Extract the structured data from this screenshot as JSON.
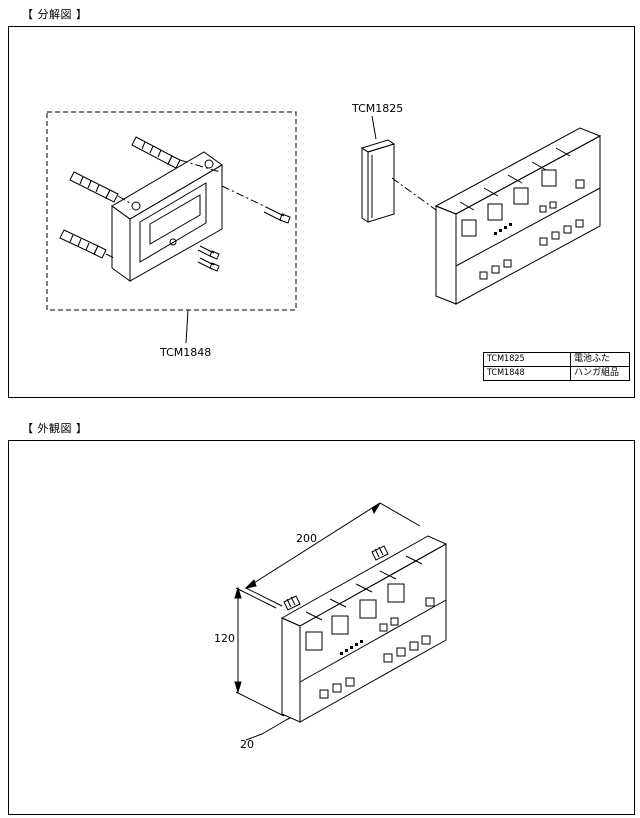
{
  "sections": {
    "exploded_label": "【 分解図 】",
    "exterior_label": "【 外観図 】"
  },
  "exploded": {
    "callout_battery_cover": "TCM1825",
    "callout_hanger": "TCM1848",
    "parts_table": [
      {
        "code": "TCM1825",
        "name": "電池ふた"
      },
      {
        "code": "TCM1848",
        "name": "ハンガ組品"
      }
    ]
  },
  "exterior": {
    "dim_width": "200",
    "dim_height": "120",
    "dim_depth": "20"
  }
}
